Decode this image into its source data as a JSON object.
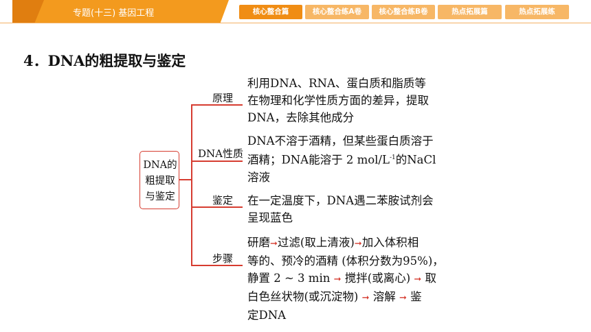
{
  "nav": {
    "chapter_title": "专题(十三)    基因工程",
    "tabs": [
      {
        "label": "核心整合篇",
        "active": true
      },
      {
        "label": "核心整合练A卷",
        "active": false
      },
      {
        "label": "核心整合练B卷",
        "active": false
      },
      {
        "label": "热点拓展篇",
        "active": false
      },
      {
        "label": "热点拓展练",
        "active": false
      }
    ]
  },
  "heading": "4．DNA的粗提取与鉴定",
  "concept_map": {
    "root": [
      "DNA的",
      "粗提取",
      "与鉴定"
    ],
    "branches": [
      {
        "label": "原理",
        "lines": [
          "利用DNA、RNA、蛋白质和脂质等",
          "在物理和化学性质方面的差异，提取",
          "DNA，去除其他成分"
        ]
      },
      {
        "label": "DNA性质",
        "line1": "DNA不溶于酒精，但某些蛋白质溶于",
        "line2a": "酒精；DNA能溶于 2 mol/L",
        "line2sup": "-1",
        "line2b": "的NaCl",
        "line3": "溶液"
      },
      {
        "label": "鉴定",
        "lines": [
          "在一定温度下，DNA遇二苯胺试剂会",
          "呈现蓝色"
        ]
      },
      {
        "label": "步骤",
        "arrow": "➞",
        "l1a": "研磨",
        "l1b": "过滤(取上清液)",
        "l1c": "加入体积相",
        "l2": "等的、预冷的酒精 (体积分数为95%)，",
        "l3a": "静置 2 ~ 3 min",
        "l3b": " 搅拌(或离心)",
        "l3c": " 取",
        "l4a": "白色丝状物(或沉淀物)",
        "l4b": " 溶解",
        "l4c": " 鉴",
        "l5": "定DNA"
      }
    ]
  },
  "colors": {
    "accent_orange": "#f39a1e",
    "line_red": "#d63b2f"
  }
}
